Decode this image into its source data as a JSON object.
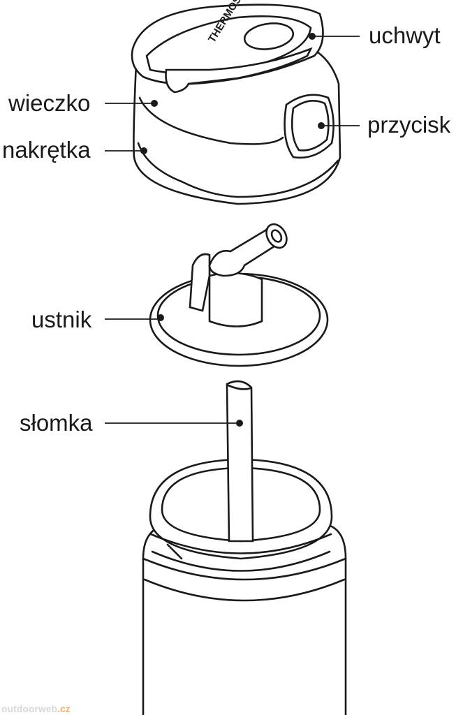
{
  "labels": {
    "handle": "uchwyt",
    "lid": "wieczko",
    "cap": "nakrętka",
    "button": "przycisk",
    "mouthpiece": "ustnik",
    "straw": "słomka"
  },
  "brand_logo": "THERMOS.",
  "watermark": {
    "main": "outdoorweb",
    "suffix": ".cz"
  },
  "colors": {
    "line": "#1a1a1a",
    "watermark": "#d8d8d8",
    "watermark_accent": "#f0b070"
  }
}
